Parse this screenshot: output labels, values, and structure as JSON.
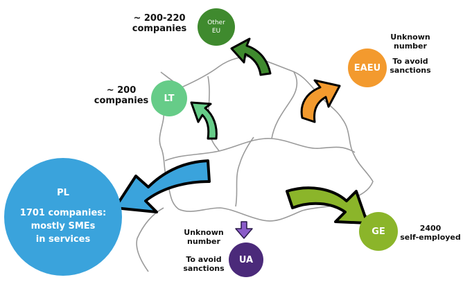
{
  "colors": {
    "other_eu": "#3f8a2e",
    "lt": "#66cc88",
    "eaeu": "#f39a2e",
    "pl": "#3aa3dc",
    "ge": "#8bb52a",
    "ua": "#4b2a7a",
    "map_border": "#9a9a9a"
  },
  "nodes": {
    "other_eu": {
      "line1": "Other",
      "line2": "EU"
    },
    "lt": {
      "label": "LT"
    },
    "eaeu": {
      "label": "EAEU"
    },
    "pl": {
      "title": "PL",
      "line1": "1701 companies:",
      "line2": "mostly SMEs",
      "line3": "in services"
    },
    "ge": {
      "label": "GE"
    },
    "ua": {
      "label": "UA"
    }
  },
  "labels": {
    "other_eu": {
      "line1": "~ 200-220",
      "line2": "companies"
    },
    "lt": {
      "line1": "~ 200",
      "line2": "companies"
    },
    "eaeu": {
      "line1": "Unknown",
      "line2": "number",
      "line3": "To avoid",
      "line4": "sanctions"
    },
    "ge": {
      "line1": "2400",
      "line2": "self-employed"
    },
    "ua": {
      "line1": "Unknown",
      "line2": "number",
      "line3": "To avoid",
      "line4": "sanctions"
    }
  }
}
